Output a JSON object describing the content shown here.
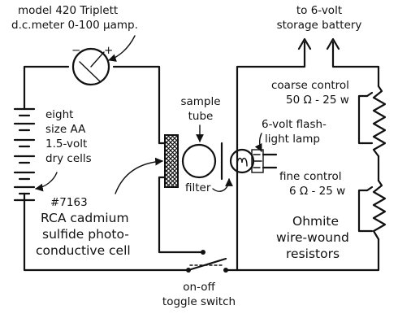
{
  "labels": {
    "meter_line1": "model 420 Triplett",
    "meter_line2": "d.c.meter 0-100 μamp.",
    "meter_minus": "−",
    "meter_plus": "+",
    "battery_line1": "to 6-volt",
    "battery_line2": "storage battery",
    "cells_line1": "eight",
    "cells_line2": "size AA",
    "cells_line3": "1.5-volt",
    "cells_line4": "dry cells",
    "sample_line1": "sample",
    "sample_line2": "tube",
    "lamp_line1": "6-volt flash-",
    "lamp_line2": "light lamp",
    "filter": "filter",
    "coarse_line1": "coarse control",
    "coarse_line2": "50 Ω - 25 w",
    "fine_line1": "fine control",
    "fine_line2": "6 Ω - 25 w",
    "resistors_line1": "Ohmite",
    "resistors_line2": "wire-wound",
    "resistors_line3": "resistors",
    "cell_line1": "#7163",
    "cell_line2": "RCA cadmium",
    "cell_line3": "sulfide photo-",
    "cell_line4": "conductive cell",
    "switch_line1": "on-off",
    "switch_line2": "toggle switch"
  }
}
